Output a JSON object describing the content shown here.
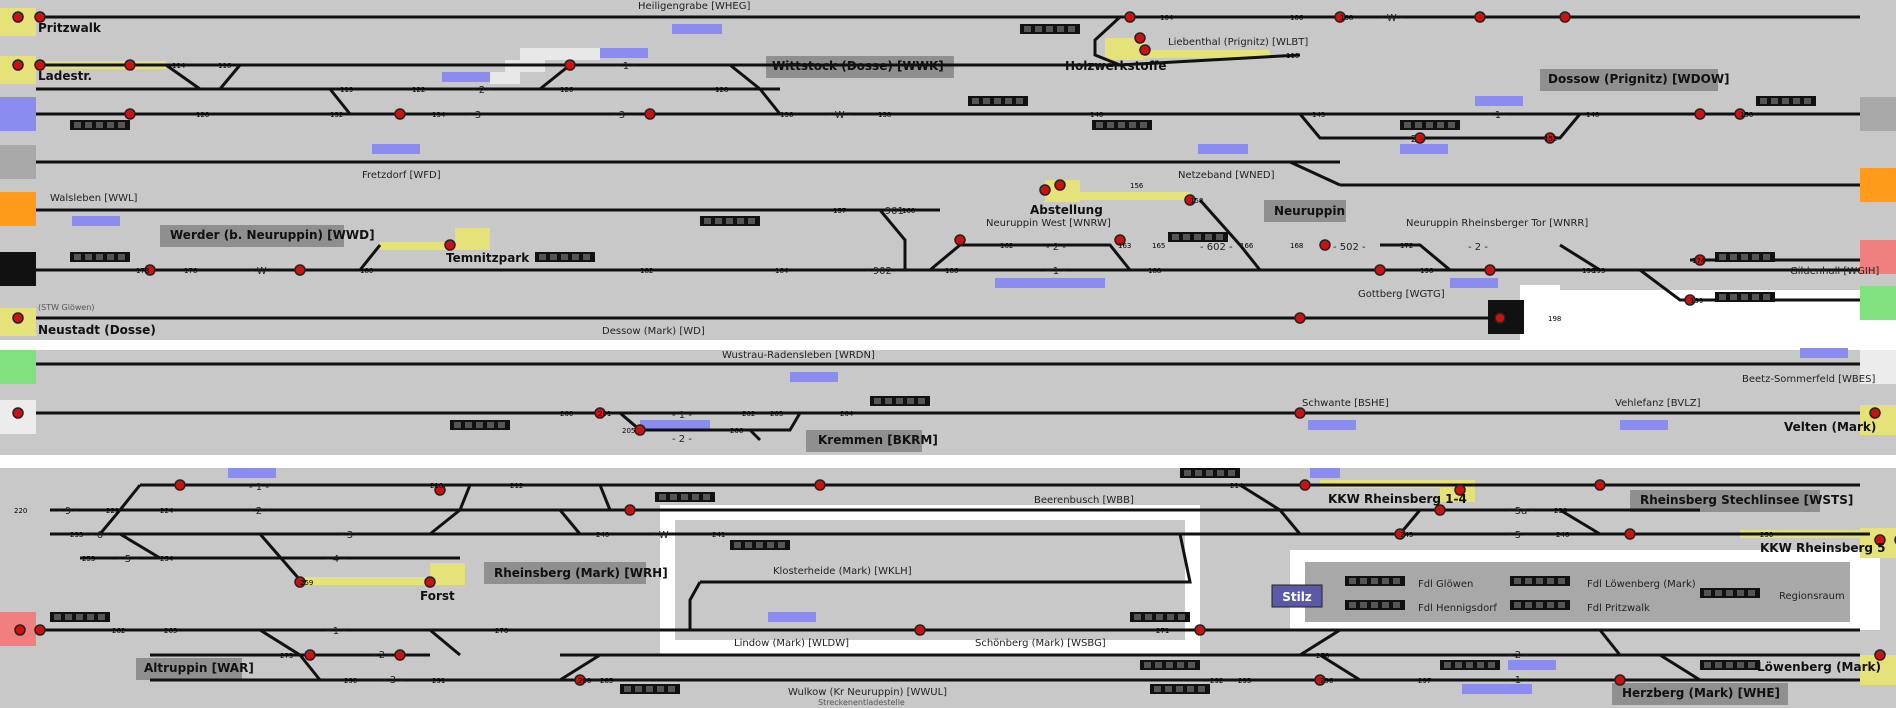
{
  "colors": {
    "background": "#c8c8c8",
    "track": "#111111",
    "signal_red": "#cc1111",
    "signal_ring": "#222222",
    "platform_yellow": "#e6e27a",
    "platform_blue": "#8a8cf0",
    "stilz_blue": "#5a5aa8",
    "edge_orange": "#ff9a1a",
    "edge_green": "#7fe27f",
    "edge_pink": "#f08080",
    "edge_blue": "#8a8cf0"
  },
  "stations": {
    "pritzwalk": "Pritzwalk",
    "ladestr": "Ladestr.",
    "heiligengrabe": "Heiligengrabe [WHEG]",
    "wittstock": "Wittstock (Dosse) [WWK]",
    "holzwerkstoffe": "Holzwerkstoffe",
    "liebenthal": "Liebenthal (Prignitz) [WLBT]",
    "dossow": "Dossow (Prignitz) [WDOW]",
    "fretzdorf": "Fretzdorf [WFD]",
    "netzeband": "Netzeband [WNED]",
    "walsleben": "Walsleben [WWL]",
    "werder": "Werder (b. Neuruppin) [WWD]",
    "temnitzpark": "Temnitzpark",
    "abstellung": "Abstellung",
    "neuruppin": "Neuruppin",
    "neuruppin_west": "Neuruppin West [WNRW]",
    "neuruppin_rheinsberger_tor": "Neuruppin Rheinsberger Tor [WNRR]",
    "gildenhall": "Gildenhall [WGIH]",
    "gottberg": "Gottberg [WGTG]",
    "stw_gloewen": "(STW Glöwen)",
    "neustadt": "Neustadt (Dosse)",
    "dessow": "Dessow (Mark) [WD]",
    "wustrau": "Wustrau-Radensleben [WRDN]",
    "beetz": "Beetz-Sommerfeld [WBES]",
    "schwante": "Schwante [BSHE]",
    "vehlefanz": "Vehlefanz [BVLZ]",
    "velten": "Velten (Mark)",
    "kremmen": "Kremmen [BKRM]",
    "beerenbusch": "Beerenbusch [WBB]",
    "kkw_rheinsberg_14": "KKW Rheinsberg 1-4",
    "rheinsberg_stechlinsee": "Rheinsberg Stechlinsee [WSTS]",
    "kkw_rheinsberg_5": "KKW Rheinsberg 5",
    "rheinsberg_mark": "Rheinsberg (Mark) [WRH]",
    "forst": "Forst",
    "klosterheide": "Klosterheide (Mark) [WKLH]",
    "altruppin": "Altruppin [WAR]",
    "lindow": "Lindow (Mark) [WLDW]",
    "schoenberg": "Schönberg (Mark) [WSBG]",
    "wulkow": "Wulkow (Kr Neuruppin) [WWUL]",
    "streckenentladestelle": "Streckenentladestelle",
    "loewenberg": "Löwenberg (Mark)",
    "herzberg": "Herzberg (Mark) [WHE]"
  },
  "control_panel": {
    "stilz": "Stilz",
    "fdl_gloewen": "Fdl Glöwen",
    "fdl_hennigsdorf": "Fdl Hennigsdorf",
    "fdl_loewenberg": "Fdl Löwenberg (Mark)",
    "fdl_pritzwalk": "Fdl Pritzwalk",
    "regionsraum": "Regionsraum"
  },
  "track_labels": {
    "t1": "- 1 -",
    "t2": "- 2 -",
    "t3": "- 3 -",
    "t4": "- 4 -",
    "t5": "- 5 -",
    "t5a": "- 5a -",
    "t6": "- 6 -",
    "t9": "- 9 -",
    "tw": "- W -",
    "t901": "- 901 -",
    "t902": "- 902 -",
    "t602": "- 602 -",
    "t502": "- 502 -",
    "t12": "- 1 -"
  },
  "numbers": {
    "n114": "114",
    "n116": "116",
    "n118": "118",
    "n119": "119",
    "n120": "120",
    "n122": "122",
    "n124": "124",
    "n126": "126",
    "n128": "128",
    "n130": "130",
    "n132": "132",
    "n134": "134",
    "n136": "136",
    "n138": "138",
    "n140": "140",
    "n142": "142",
    "n143": "143",
    "n145": "145",
    "n148": "148",
    "n150": "150",
    "n152": "152",
    "n155": "155",
    "n156": "156",
    "n157": "157",
    "n158": "158",
    "n160": "160",
    "n162": "162",
    "n163": "163",
    "n165": "165",
    "n166": "166",
    "n168": "168",
    "n170": "170",
    "n172": "172",
    "n174": "174",
    "n176": "176",
    "n178": "178",
    "n180": "180",
    "n182": "182",
    "n184": "184",
    "n186": "186",
    "n188": "188",
    "n190": "190",
    "n193": "193",
    "n196": "196",
    "n198": "198",
    "n199": "199",
    "n200": "200",
    "n201": "201",
    "n202": "202",
    "n203": "203",
    "n204": "204",
    "n205": "205",
    "n206": "206",
    "n210": "210",
    "n212": "212",
    "n214": "214",
    "n220": "220",
    "n221": "221",
    "n224": "224",
    "n230": "230",
    "n233": "233",
    "n240": "240",
    "n241": "241",
    "n243": "243",
    "n246": "246",
    "n250": "250",
    "n253": "253",
    "n254": "254",
    "n259": "259",
    "n262": "262",
    "n265": "265",
    "n270": "270",
    "n271": "271",
    "n273": "273",
    "n278": "278",
    "n280": "280",
    "n285": "285",
    "n290": "290",
    "n291": "291",
    "n292": "292",
    "n295": "295",
    "n296": "296",
    "n297": "297",
    "n104": "104",
    "n106": "106",
    "n108": "108",
    "n110": "110"
  }
}
